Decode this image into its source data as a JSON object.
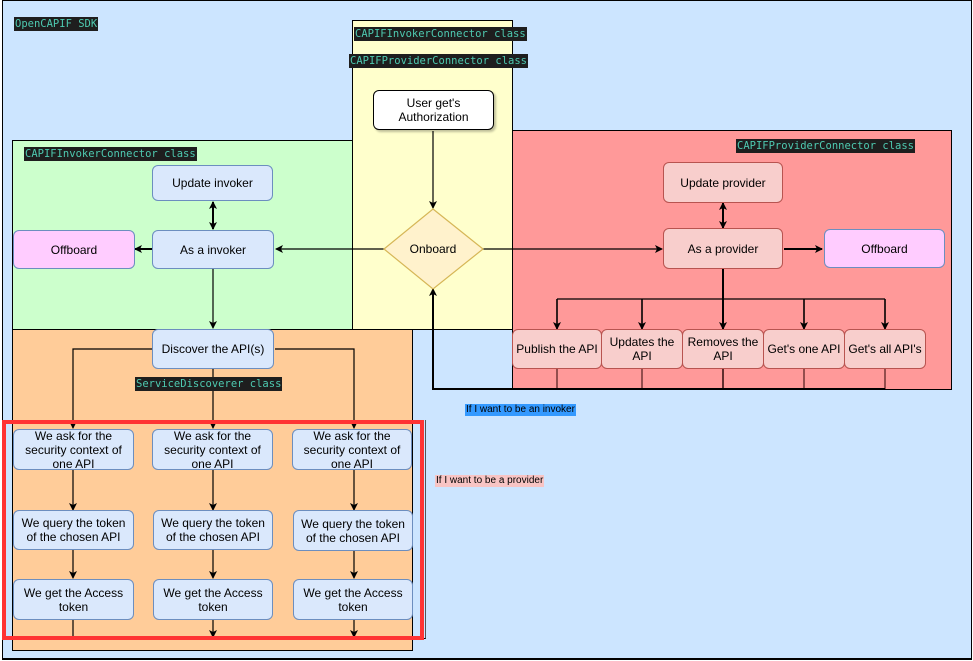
{
  "sdk": {
    "title": "OpenCAPIF SDK"
  },
  "auth_region": {
    "labels": [
      "CAPIFInvokerConnector class",
      "CAPIFProviderConnector class"
    ],
    "user_auth": "User get's Authorization",
    "onboard": "Onboard"
  },
  "invoker_region": {
    "label": "CAPIFInvokerConnector class",
    "update": "Update invoker",
    "as_invoker": "As a invoker",
    "offboard": "Offboard"
  },
  "provider_region": {
    "label": "CAPIFProviderConnector class",
    "update": "Update provider",
    "as_provider": "As a provider",
    "offboard": "Offboard",
    "actions": [
      "Publish the API",
      "Updates the API",
      "Removes the API",
      "Get's one API",
      "Get's all API's"
    ]
  },
  "discover_region": {
    "discover": "Discover the API(s)",
    "label": "ServiceDiscoverer class",
    "columns": [
      {
        "security": "We ask for the security context of one API",
        "query": "We query the token of the chosen API",
        "token": "We get the Access token"
      },
      {
        "security": "We ask for the security context of one API",
        "query": "We query the token of the chosen API",
        "token": "We get the Access token"
      },
      {
        "security": "We ask for the security context of one API",
        "query": "We query the token of the chosen API",
        "token": "We get the Access token"
      }
    ]
  },
  "notes": {
    "invoker": "If I want to be an invoker",
    "provider": "If I want to be a provider"
  },
  "colors": {
    "sdk_bg": "#cce5ff",
    "auth_bg": "#ffffcc",
    "invoker_bg": "#ccffcc",
    "provider_bg": "#ff9999",
    "discover_bg": "#ffcc99",
    "highlight": "#ff3333",
    "invoker_note_bg": "#3399ff",
    "provider_note_bg": "#f8c4c4"
  }
}
